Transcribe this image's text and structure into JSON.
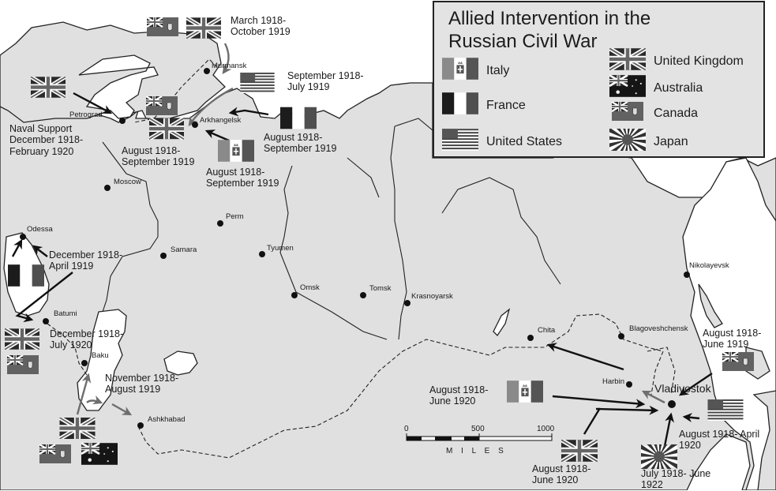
{
  "title": "Allied Intervention in the Russian Civil War",
  "title_lines": [
    "Allied Intervention in the",
    "Russian Civil War"
  ],
  "colors": {
    "land": "#e0e0e0",
    "sea": "#ffffff",
    "border": "#222222",
    "arrow_black": "#111111",
    "arrow_gray": "#6e6e6e",
    "flag_red_gray": "#5a5a5a",
    "flag_green_gray": "#8a8a8a"
  },
  "legend": {
    "left": [
      {
        "country": "Italy",
        "icon": "italy-flag-icon"
      },
      {
        "country": "France",
        "icon": "france-flag-icon"
      },
      {
        "country": "United States",
        "icon": "us-flag-icon"
      }
    ],
    "right": [
      {
        "country": "United Kingdom",
        "icon": "uk-flag-icon"
      },
      {
        "country": "Australia",
        "icon": "australia-flag-icon"
      },
      {
        "country": "Canada",
        "icon": "canada-flag-icon"
      },
      {
        "country": "Japan",
        "icon": "japan-flag-icon"
      }
    ]
  },
  "cities": [
    {
      "name": "Murmansk"
    },
    {
      "name": "Petrograd"
    },
    {
      "name": "Arkhangelsk"
    },
    {
      "name": "Moscow"
    },
    {
      "name": "Perm"
    },
    {
      "name": "Odessa"
    },
    {
      "name": "Samara"
    },
    {
      "name": "Tyumen"
    },
    {
      "name": "Omsk"
    },
    {
      "name": "Tomsk"
    },
    {
      "name": "Krasnoyarsk"
    },
    {
      "name": "Batumi"
    },
    {
      "name": "Baku"
    },
    {
      "name": "Ashkhabad"
    },
    {
      "name": "Chita"
    },
    {
      "name": "Blagoveshchensk"
    },
    {
      "name": "Nikolayevsk"
    },
    {
      "name": "Harbin"
    },
    {
      "name": "Vladivostok"
    }
  ],
  "interventions": [
    {
      "id": "murmansk",
      "line1": "March 1918-",
      "line2": "October 1919",
      "flags": [
        "Canada",
        "United Kingdom"
      ]
    },
    {
      "id": "petrograd",
      "line1": "Naval Support",
      "line2": "December 1918-",
      "line3": "February 1920",
      "flags": [
        "United Kingdom"
      ]
    },
    {
      "id": "arkhangelsk-uk",
      "line1": "August 1918-",
      "line2": "September 1919",
      "flags": [
        "Canada",
        "United Kingdom"
      ]
    },
    {
      "id": "arkhangelsk-us",
      "line1": "September 1918-",
      "line2": "July 1919",
      "flags": [
        "United States"
      ]
    },
    {
      "id": "arkhangelsk-fr",
      "line1": "August 1918-",
      "line2": "September 1919",
      "flags": [
        "France"
      ]
    },
    {
      "id": "arkhangelsk-it",
      "line1": "August 1918-",
      "line2": "September 1919",
      "flags": [
        "Italy"
      ]
    },
    {
      "id": "odessa",
      "line1": "December 1918-",
      "line2": "April 1919",
      "flags": [
        "France"
      ]
    },
    {
      "id": "batumi",
      "line1": "December 1918-",
      "line2": "July 1920",
      "flags": [
        "United Kingdom",
        "Canada"
      ]
    },
    {
      "id": "baku",
      "line1": "November 1918-",
      "line2": "August 1919",
      "flags": [
        "United Kingdom",
        "Canada",
        "Australia"
      ]
    },
    {
      "id": "vlad-it",
      "line1": "August 1918-",
      "line2": "June 1920",
      "flags": [
        "Italy"
      ]
    },
    {
      "id": "vlad-uk",
      "line1": "August 1918-",
      "line2": "June 1920",
      "flags": [
        "United Kingdom"
      ]
    },
    {
      "id": "vlad-ca",
      "line1": "August 1918-",
      "line2": "June 1919",
      "flags": [
        "Canada"
      ]
    },
    {
      "id": "vlad-us",
      "line1": "August 1918- April",
      "line2": "1920",
      "flags": [
        "United States"
      ]
    },
    {
      "id": "vlad-jp",
      "line1": "July 1918- June",
      "line2": "1922",
      "flags": [
        "Japan"
      ]
    }
  ],
  "scale_bar": {
    "ticks": [
      "0",
      "500",
      "1000"
    ],
    "unit_label": "M I L E S"
  }
}
